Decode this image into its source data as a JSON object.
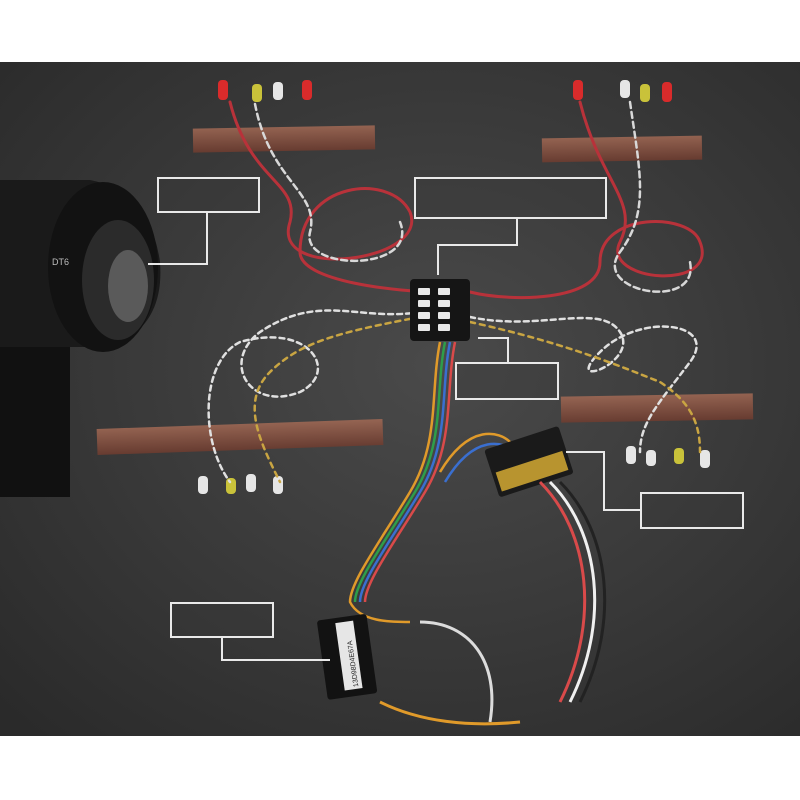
{
  "image": {
    "background_color": "#ffffff",
    "mat_color": "#3a3a3a"
  },
  "product": {
    "module_label": "13D98D4E67A"
  },
  "callouts": [
    {
      "id": "remote-controller",
      "text": ""
    },
    {
      "id": "front-light-group",
      "text": ""
    },
    {
      "id": "control-board",
      "text": ""
    },
    {
      "id": "rear-light-group",
      "text": ""
    },
    {
      "id": "receiver-plug",
      "text": ""
    },
    {
      "id": "power-connector",
      "text": ""
    }
  ],
  "led_colors": {
    "red": "#d92b2b",
    "yellow": "#c9c23a",
    "clear": "#e6e6e6"
  }
}
